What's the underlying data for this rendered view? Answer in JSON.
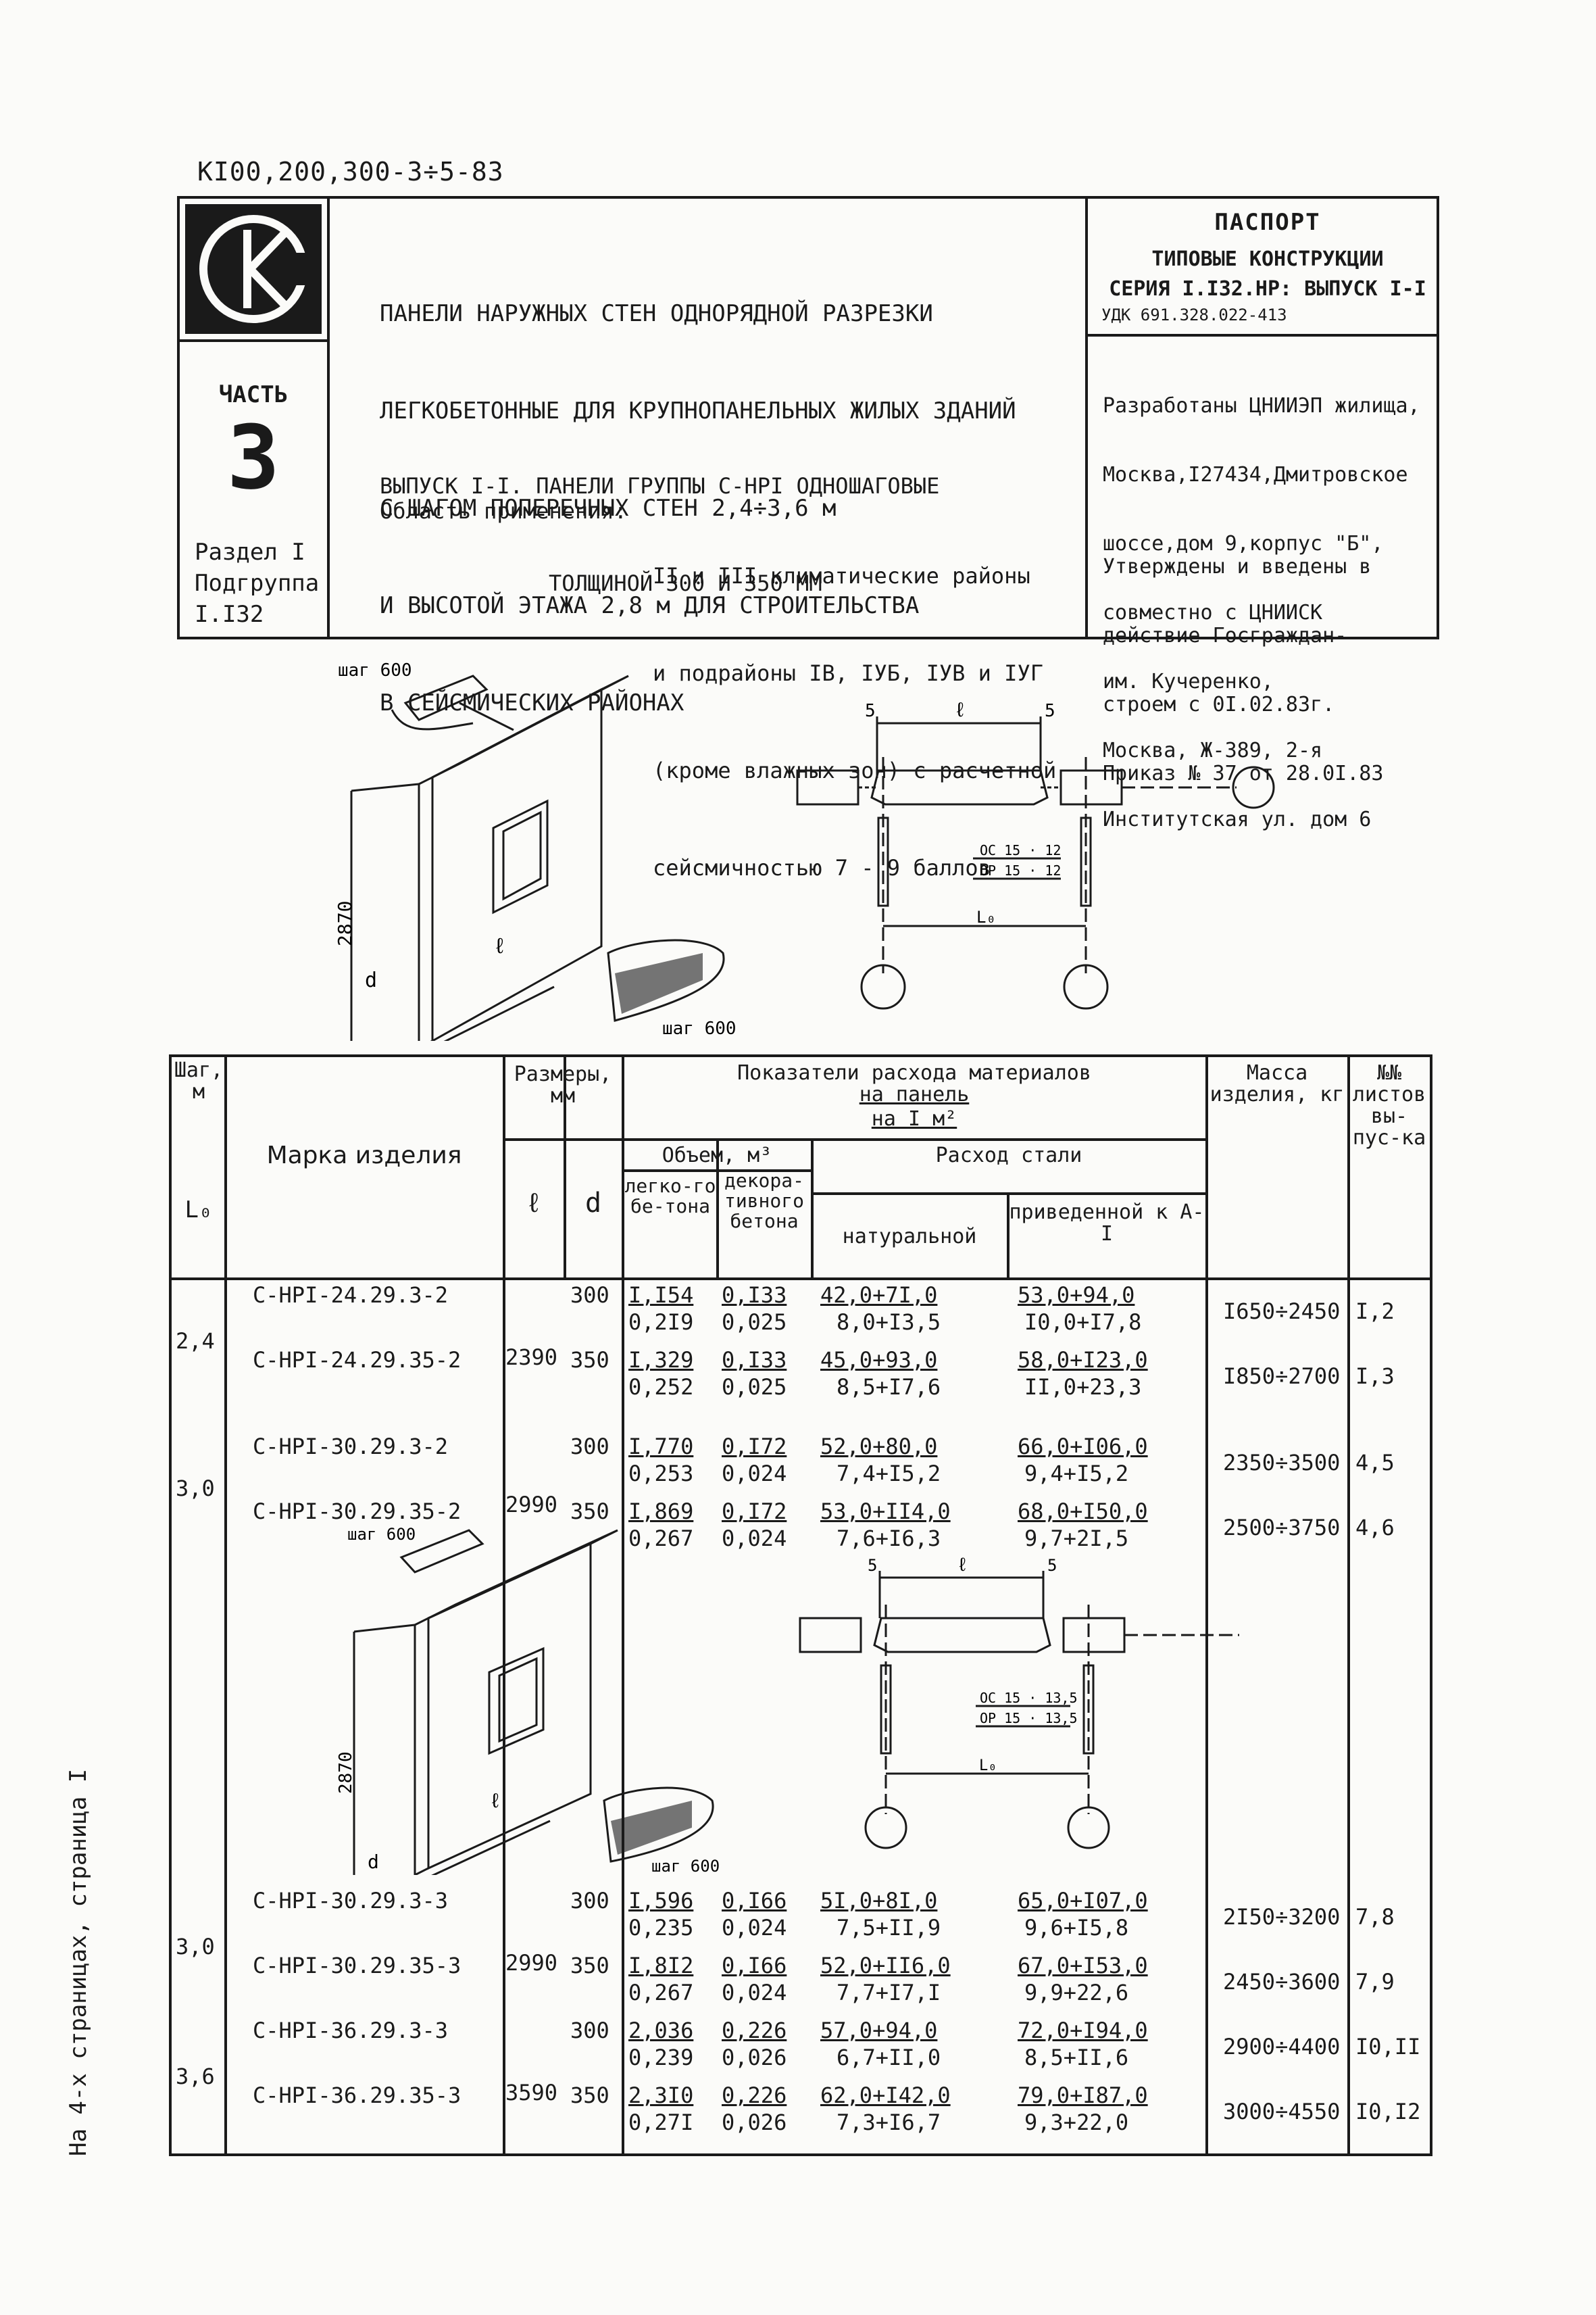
{
  "doc_code": "КI00,200,300-3÷5-83",
  "header": {
    "part_label": "ЧАСТЬ",
    "part_number": "3",
    "section_lines": [
      "Раздел I",
      "Подгруппа",
      "I.I32"
    ],
    "title_lines": [
      "ПАНЕЛИ НАРУЖНЫХ СТЕН ОДНОРЯДНОЙ РАЗРЕЗКИ",
      "ЛЕГКОБЕТОННЫЕ ДЛЯ КРУПНОПАНЕЛЬНЫХ ЖИЛЫХ ЗДАНИЙ",
      "С ШАГОМ ПОПЕРЕЧНЫХ СТЕН 2,4÷3,6 м",
      "И ВЫСОТОЙ ЭТАЖА 2,8 м ДЛЯ СТРОИТЕЛЬСТВА",
      "В СЕЙСМИЧЕСКИХ РАЙОНАХ"
    ],
    "issue_lines": [
      "ВЫПУСК I-I. ПАНЕЛИ ГРУППЫ С-НРI ОДНОШАГОВЫЕ",
      "ТОЛЩИНОЙ 300 И 350 ММ"
    ],
    "area_label": "Область применения:",
    "area_lines": [
      "II и III климатические районы",
      "и подрайоны IВ, IУБ, IУВ и IУГ",
      "(кроме влажных зон) с расчетной",
      "сейсмичностью 7 - 9 баллов"
    ],
    "passport": "ПАСПОРТ",
    "passport_lines": [
      "ТИПОВЫЕ КОНСТРУКЦИИ",
      "СЕРИЯ I.I32.НР: ВЫПУСК I-I"
    ],
    "udk": "УДК 691.328.022-413",
    "developed_lines": [
      "Разработаны ЦНИИЭП жилища,",
      "Москва,I27434,Дмитровское",
      "шоссе,дом 9,корпус \"Б\",",
      "совместно с ЦНИИСК",
      "им. Кучеренко,",
      "Москва, Ж-389, 2-я",
      "Институтская ул. дом 6"
    ],
    "approved_lines": [
      "Утверждены и введены в",
      "действие Госграждан-",
      "строем с 0I.02.83г.",
      "Приказ № 37 от 28.0I.83"
    ]
  },
  "drawing1": {
    "shag_top": "шаг 600",
    "height": "2870",
    "len": "ℓ",
    "d": "d",
    "shag_bottom": "шаг 600",
    "plan_5l": "5",
    "plan_l": "ℓ",
    "plan_5r": "5",
    "oc": "ОС 15 · 12",
    "op": "ОР 15 · 12",
    "lo": "L₀"
  },
  "drawing2": {
    "shag_top": "шаг 600",
    "height": "2870",
    "len": "ℓ",
    "d": "d",
    "shag_bottom": "шаг 600",
    "plan_5l": "5",
    "plan_l": "ℓ",
    "plan_5r": "5",
    "oc": "ОС 15 · 13,5",
    "op": "ОР 15 · 13,5",
    "lo": "L₀"
  },
  "table": {
    "h_step": "Шаг, м",
    "h_L": "L₀",
    "h_mark": "Марка изделия",
    "h_sizes": "Размеры, мм",
    "h_l": "ℓ",
    "h_d": "d",
    "h_indicators": "Показатели расхода материалов",
    "h_per_panel": "на панель",
    "h_per_m2": "на I м²",
    "h_volume": "Объем, м³",
    "h_lightconc": "легко-го бе-тона",
    "h_decor": "декора-тивного бетона",
    "h_steel": "Расход стали",
    "h_natural": "натуральной",
    "h_reduced": "приведенной к А-I",
    "h_mass": "Масса изделия, кг",
    "h_sheets": "№№ листов вы-пус-ка",
    "groups": [
      {
        "step": "2,4",
        "L": "2390"
      },
      {
        "step": "3,0",
        "L": "2990"
      },
      {
        "step": "3,0",
        "L": "2990"
      },
      {
        "step": "3,6",
        "L": "3590"
      }
    ],
    "rows": [
      {
        "mark": "С-НРI-24.29.3-2",
        "d": "300",
        "v1a": "I,I54",
        "v1b": "0,2I9",
        "v2a": "0,I33",
        "v2b": "0,025",
        "s1a": "42,0+7I,0",
        "s1b": "8,0+I3,5",
        "s2a": "53,0+94,0",
        "s2b": "I0,0+I7,8",
        "mass": "I650÷2450",
        "sheets": "I,2"
      },
      {
        "mark": "С-НРI-24.29.35-2",
        "d": "350",
        "v1a": "I,329",
        "v1b": "0,252",
        "v2a": "0,I33",
        "v2b": "0,025",
        "s1a": "45,0+93,0",
        "s1b": "8,5+I7,6",
        "s2a": "58,0+I23,0",
        "s2b": "II,0+23,3",
        "mass": "I850÷2700",
        "sheets": "I,3"
      },
      {
        "mark": "С-НРI-30.29.3-2",
        "d": "300",
        "v1a": "I,770",
        "v1b": "0,253",
        "v2a": "0,I72",
        "v2b": "0,024",
        "s1a": "52,0+80,0",
        "s1b": "7,4+I5,2",
        "s2a": "66,0+I06,0",
        "s2b": "9,4+I5,2",
        "mass": "2350÷3500",
        "sheets": "4,5"
      },
      {
        "mark": "С-НРI-30.29.35-2",
        "d": "350",
        "v1a": "I,869",
        "v1b": "0,267",
        "v2a": "0,I72",
        "v2b": "0,024",
        "s1a": "53,0+II4,0",
        "s1b": "7,6+I6,3",
        "s2a": "68,0+I50,0",
        "s2b": "9,7+2I,5",
        "mass": "2500÷3750",
        "sheets": "4,6"
      },
      {
        "mark": "С-НРI-30.29.3-3",
        "d": "300",
        "v1a": "I,596",
        "v1b": "0,235",
        "v2a": "0,I66",
        "v2b": "0,024",
        "s1a": "5I,0+8I,0",
        "s1b": "7,5+II,9",
        "s2a": "65,0+I07,0",
        "s2b": "9,6+I5,8",
        "mass": "2I50÷3200",
        "sheets": "7,8"
      },
      {
        "mark": "С-НРI-30.29.35-3",
        "d": "350",
        "v1a": "I,8I2",
        "v1b": "0,267",
        "v2a": "0,I66",
        "v2b": "0,024",
        "s1a": "52,0+II6,0",
        "s1b": "7,7+I7,I",
        "s2a": "67,0+I53,0",
        "s2b": "9,9+22,6",
        "mass": "2450÷3600",
        "sheets": "7,9"
      },
      {
        "mark": "С-НРI-36.29.3-3",
        "d": "300",
        "v1a": "2,036",
        "v1b": "0,239",
        "v2a": "0,226",
        "v2b": "0,026",
        "s1a": "57,0+94,0",
        "s1b": "6,7+II,0",
        "s2a": "72,0+I94,0",
        "s2b": "8,5+II,6",
        "mass": "2900÷4400",
        "sheets": "I0,II"
      },
      {
        "mark": "С-НРI-36.29.35-3",
        "d": "350",
        "v1a": "2,3I0",
        "v1b": "0,27I",
        "v2a": "0,226",
        "v2b": "0,026",
        "s1a": "62,0+I42,0",
        "s1b": "7,3+I6,7",
        "s2a": "79,0+I87,0",
        "s2b": "9,3+22,0",
        "mass": "3000÷4550",
        "sheets": "I0,I2"
      }
    ]
  },
  "side_note": "На 4-х страницах, страница I"
}
